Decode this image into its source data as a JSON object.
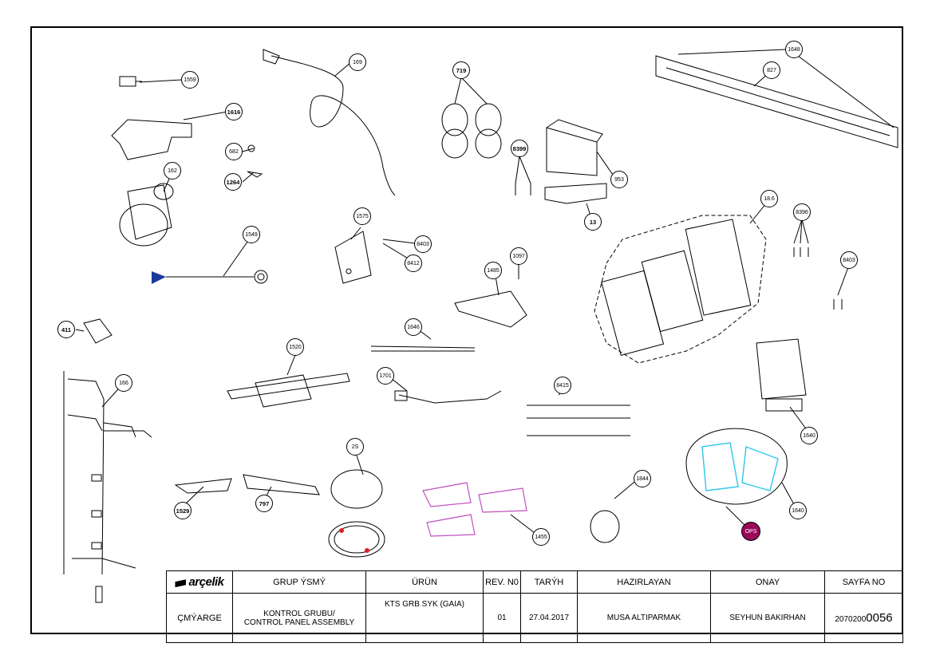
{
  "callouts": [
    "1559",
    "1616",
    "682",
    "1264",
    "162",
    "169",
    "719",
    "8399",
    "953",
    "13",
    "1648",
    "827",
    "1575",
    "8403",
    "8412",
    "1549",
    "1097",
    "1485",
    "18.6",
    "8396",
    "8403",
    "411",
    "166",
    "1520",
    "1646",
    "1701",
    "8415",
    "1640",
    "2S",
    "1529",
    "797",
    "1455",
    "1844",
    "1640",
    "OPS"
  ],
  "title_block": {
    "logo": "arçelik",
    "headers": [
      "GRUP ÝSMÝ",
      "ÜRÜN",
      "REV. N0",
      "TARÝH",
      "HAZIRLAYAN",
      "ONAY",
      "SAYFA NO"
    ],
    "label": "ÇMÝARGE",
    "group_name": "KONTROL GRUBU/\nCONTROL PANEL ASSEMBLY",
    "product": "KTS GRB SYK (GAIA)",
    "rev": "01",
    "date": "27.04.2017",
    "prepared_by": "MUSA ALTIPARMAK",
    "approved_by": "SEYHUN BAKIRHAN",
    "page_prefix": "2070200",
    "page_suffix": "0056"
  },
  "colors": {
    "ops_badge": "#9a0a5a",
    "cyan_part": "#2ec8e8",
    "magenta_part": "#c050c0",
    "blue_marker": "#1a3a9a",
    "red_detail": "#e02020"
  }
}
